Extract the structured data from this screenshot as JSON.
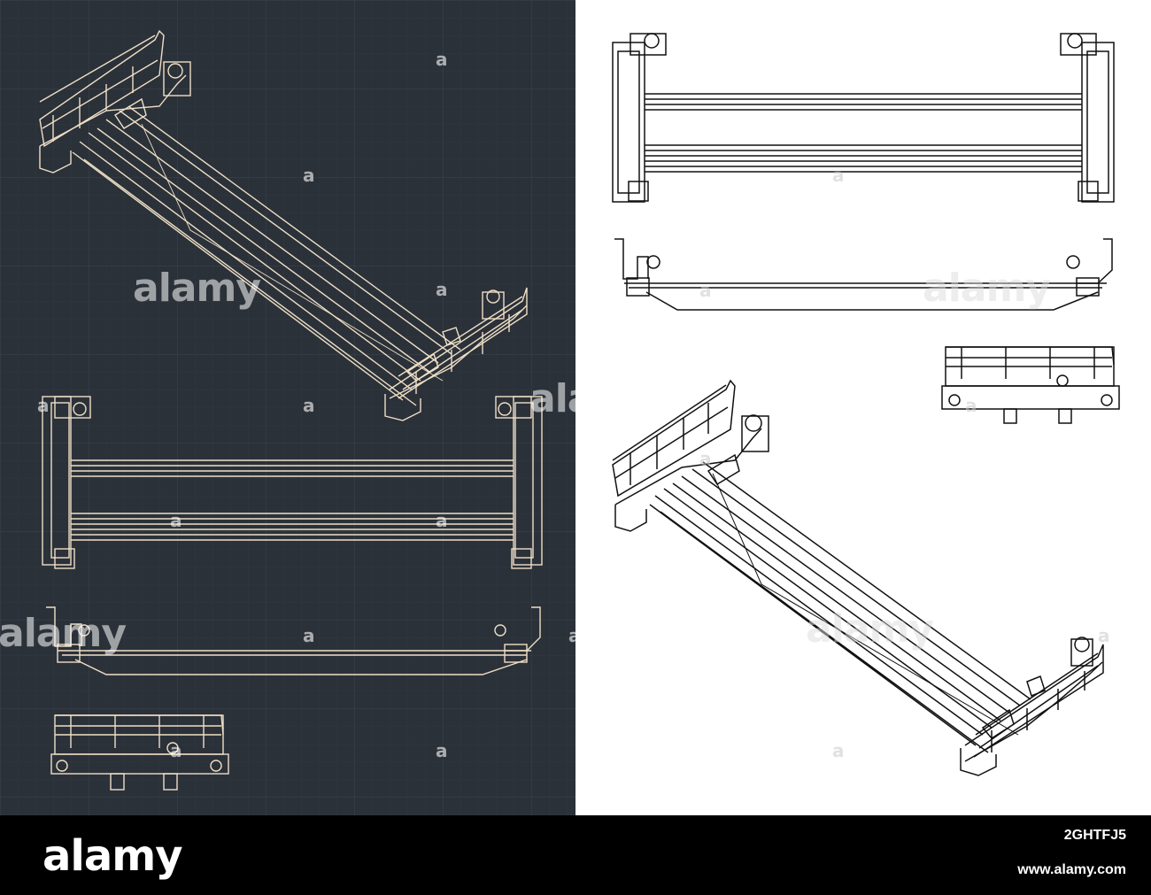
{
  "colors": {
    "blueprint_bg": "#2b3139",
    "blueprint_grid": "#3a424c",
    "blueprint_line": "#efdfc6",
    "drawing_bg": "#ffffff",
    "drawing_line": "#111111",
    "footer_bg": "#000000"
  },
  "footer": {
    "logo": "alamy",
    "image_id": "2GHTFJ5",
    "url": "www.alamy.com"
  },
  "watermark": {
    "word": "alamy",
    "letter": "a"
  }
}
